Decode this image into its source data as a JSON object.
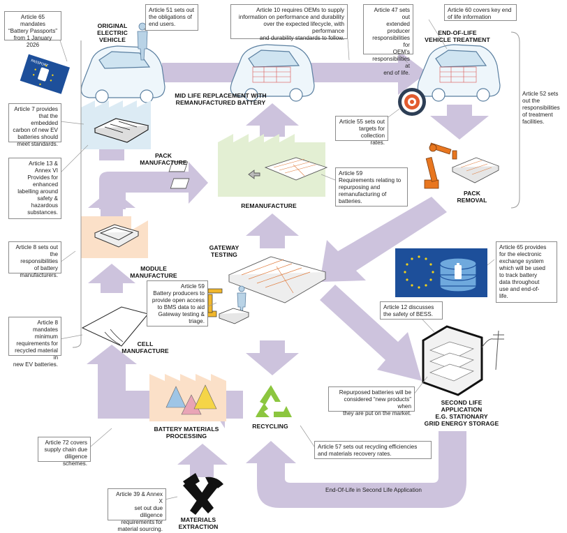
{
  "colors": {
    "arrow": "#cdc3dd",
    "factory_blue": "#dcebf4",
    "factory_green": "#e3efd3",
    "factory_orange": "#fbe0c8",
    "eu_blue": "#1d4f9a",
    "eu_star": "#f3d21a",
    "recycle_green": "#8cc63f",
    "robot_orange": "#e8761f"
  },
  "icons": [
    "passport-icon",
    "person-icon",
    "electric-car-icon",
    "target-icon",
    "robot-arm-icon",
    "battery-pack-icon",
    "eu-database-icon",
    "battery-storage-building-icon",
    "power-pylon-icon",
    "recycling-icon",
    "hammer-pick-icon",
    "factory-icon",
    "triangles-icon"
  ],
  "stages": {
    "original_vehicle": "ORIGINAL\nELECTRIC\nVEHICLE",
    "mid_life": "MID LIFE REPLACEMENT WITH\nREMANUFACTURED BATTERY",
    "eol_treatment": "END-OF-LIFE\nVEHICLE TREATMENT",
    "pack_manufacture": "PACK\nMANUFACTURE",
    "remanufacture": "REMANUFACTURE",
    "pack_removal": "PACK\nREMOVAL",
    "gateway": "GATEWAY\nTESTING",
    "module_manufacture": "MODULE\nMANUFACTURE",
    "cell_manufacture": "CELL\nMANUFACTURE",
    "materials_processing": "BATTERY MATERIALS\nPROCESSING",
    "recycling": "RECYCLING",
    "second_life": "SECOND LIFE\nAPPLICATION\nE.G. STATIONARY\nGRID ENERGY STORAGE",
    "extraction": "MATERIALS\nEXTRACTION",
    "eol_second_life": "End-Of-Life in Second Life Application"
  },
  "notes": {
    "art65_passport": "Article 65 mandates\n“Battery Passports”\nfrom 1 January 2026",
    "art51": "Article 51 sets out\nthe obligations of\nend users.",
    "art10": "Article 10 requires OEMs to supply\ninformation on performance and durability\nover the expected lifecycle, with performance\nand durability standards to follow.",
    "art47": "Article 47 sets out\nextended producer\nresponsibilities for\nOEM’s\nresponsibilities at\nend of life.",
    "art60": "Article 60 covers key end\nof life information",
    "art52": "Article 52 sets\nout the\nresponsibilities\nof treatment\nfacilities.",
    "art7": "Article 7 provides\nthat the embedded\ncarbon of new EV\nbatteries should\nmeet standards.",
    "art55": "Article 55 sets out\ntargets for collection\nrates.",
    "art13": "Article 13 &\nAnnex VI\nProvides for\nenhanced\nlabelling around\nsafety &\nhazardous\nsubstances.",
    "art59_reman": "Article 59\nRequirements relating to\nrepurposing and\nremanufacturing of\nbatteries.",
    "art8_resp": "Article 8 sets out\nthe responsibilities\nof battery\nmanufacturers.",
    "art65_exchange": "Article 65 provides\nfor the electronic\nexchange system\nwhich will be used\nto track battery\ndata throughout\nuse and end-of-\nlife.",
    "art59_bms": "Article 59\nBattery producers to\nprovide open access\nto BMS data to aid\nGateway testing &\ntriage.",
    "art12": "Article 12 discusses\nthe safety of BESS.",
    "art8_recycled": "Article 8 mandates\nminimum\nrequirements for\nrecycled material in\nnew EV batteries.",
    "repurposed": "Repurposed batteries will be\nconsidered “new products” when\nthey are put on the market.",
    "art72": "Article 72 covers\nsupply chain due\ndiligence schemes.",
    "art57": "Article 57 sets out recycling efficiencies\nand materials recovery rates.",
    "art39": "Article 39 & Annex X\nset out due diligence\nrequirements for\nmaterial sourcing."
  }
}
